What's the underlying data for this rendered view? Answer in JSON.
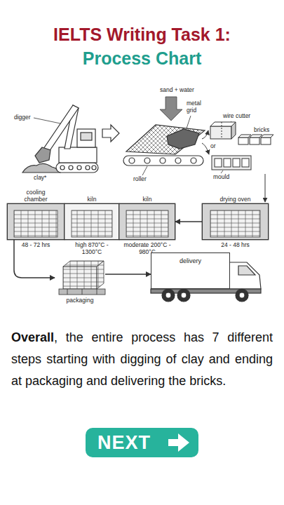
{
  "diagram": {
    "title": "IELTS Writing Task 1:",
    "nodes": [
      {
        "text": [
          "cooling chamber",
          "48 - 72 hrs"
        ]
      },
      {
        "text": [
          "kiln",
          "high 870°C - 1300°C"
        ]
      },
      {
        "text": [
          "kiln",
          "moderate 200°C - 980°C"
        ]
      },
      {
        "text": [
          "drying oven",
          "24 - 48 hrs"
        ]
      },
      {
        "text": [
          "packaging"
        ]
      },
      {
        "text": [
          "delivery"
        ]
      },
      {
        "text": [
          "NEXT"
        ]
      }
    ],
    "edges": [
      {
        "from": 3,
        "to": 2,
        "arrow": "to"
      },
      {
        "from": 0,
        "to": 4,
        "arrow": "to"
      },
      {
        "from": 4,
        "to": 5,
        "arrow": "to"
      }
    ],
    "labels": [
      "Process Chart",
      "digger",
      "clay*",
      "metal grid",
      "roller",
      "sand + water",
      "wire cutter",
      "bricks",
      "or",
      "mould",
      "Overall",
      ", the entire process has 7 different steps starting with digging of clay and ending at packaging and delivering the bricks."
    ]
  }
}
